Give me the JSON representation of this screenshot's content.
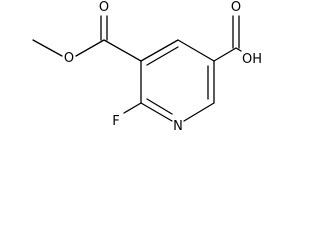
{
  "structure": {
    "atoms": {
      "ester_carbonyl_o": "O",
      "ester_ether_o": "O",
      "acid_carbonyl_o": "O",
      "acid_hydroxyl": "OH",
      "fluorine": "F",
      "ring_nitrogen": "N"
    }
  },
  "colors": {
    "bond": "#000000",
    "label": "#000000",
    "background": "#ffffff"
  }
}
